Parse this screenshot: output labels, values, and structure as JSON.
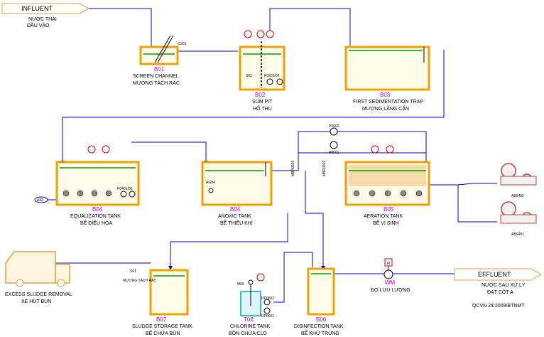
{
  "influent": {
    "title": "INFLUENT",
    "sub1": "NƯỚC THẢI",
    "sub2": "ĐẦU VÀO"
  },
  "effluent": {
    "title": "EFFLUENT",
    "sub1": "NƯỚC SAU XỬ LÝ",
    "sub2": "ĐẠT CỘT A",
    "sub3": "QCVN 24:2009/BTNMT"
  },
  "sludge_truck": {
    "label": "EXCESS SLUDGE REMOVAL",
    "sub": "XE HÚT BÙN"
  },
  "tanks": {
    "b01": {
      "code": "B01",
      "name": "SCREEN CHANNEL",
      "name_vi": "MƯƠNG TÁCH RÁC",
      "tag": "CS01"
    },
    "b02": {
      "code": "B02",
      "name": "SUM PIT",
      "name_vi": "HỐ THU",
      "tag_s": "S02",
      "tag_p": "P0201/02"
    },
    "b03": {
      "code": "B03",
      "name": "FIRST SEDIMENTATION TRAP",
      "name_vi": "MƯƠNG LẮNG CẶN"
    },
    "b04": {
      "code": "B04",
      "name": "EQUALIZATION TANK",
      "name_vi": "BỂ ĐIỀU HÒA",
      "tag_p": "P0401/02",
      "air": "AIR"
    },
    "b04b": {
      "code": "B04",
      "name": "ANOXIC TANK",
      "name_vi": "BỂ THIẾU KHÍ",
      "tag": "AG04"
    },
    "b05": {
      "code": "B05",
      "name": "AERATION TANK",
      "name_vi": "BỂ VI SINH"
    },
    "b06": {
      "code": "B06",
      "name": "DISINFECTION TANK",
      "name_vi": "BỂ KHỬ TRÙNG"
    },
    "b07": {
      "code": "B07",
      "name": "SLUDGE STORAGE TANK",
      "name_vi": "BỂ CHỨA BÙN",
      "tag": "S01",
      "tag2": "MƯƠNG TÁCH RÁC"
    },
    "t06": {
      "code": "T06",
      "name": "CHLORINE TANK",
      "name_vi": "BỒN CHỨA CLO",
      "tag_m": "M06",
      "dp1": "DP0602",
      "dp2": "DP0601"
    }
  },
  "blowers": {
    "a": "AB0402",
    "b": "AB0401"
  },
  "pumps": {
    "p1": "P0502",
    "p2": "P0501",
    "m1": "MBR0502",
    "m2": "MBR0501"
  },
  "meter": {
    "code": "WM",
    "name": "ĐO LƯU LƯỢNG",
    "tag": "FI"
  },
  "colors": {
    "pipe": "#0000cc",
    "tank_wall": "#f0a000",
    "water": "#00a000",
    "code": "#c000c0",
    "gauge": "#cc0000"
  }
}
